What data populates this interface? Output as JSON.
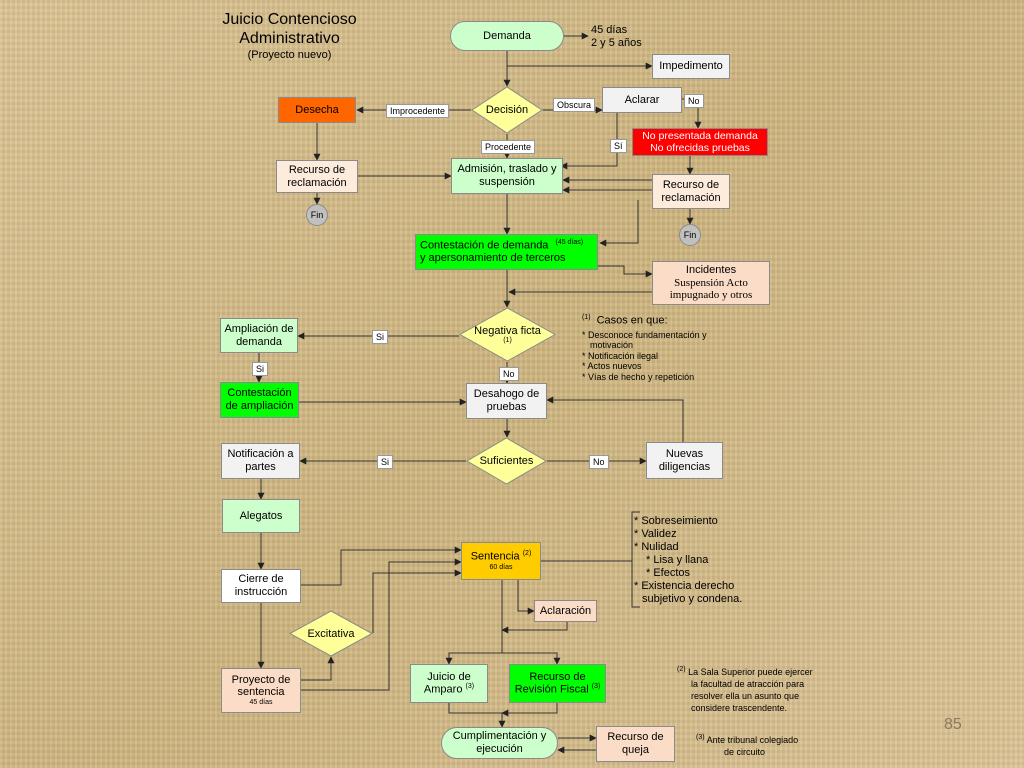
{
  "title": {
    "line1": "Juicio Contencioso",
    "line2": "Administrativo",
    "subtitle": "(Proyecto nuevo)"
  },
  "nodes": {
    "demanda": "Demanda",
    "plazos_l1": "45 días",
    "plazos_l2": "2 y 5 años",
    "impedimento": "Impedimento",
    "decision": "Decisión",
    "aclarar": "Aclarar",
    "desecha": "Desecha",
    "no_presentada_l1": "No presentada demanda",
    "no_presentada_l2": "No ofrecidas pruebas",
    "recurso_reclamacion_l1": "Recurso de",
    "recurso_reclamacion_l2": "reclamación",
    "admision_l1": "Admisión, traslado y",
    "admision_l2": "suspensión",
    "fin": "Fin",
    "contestacion_l1": "Contestación de demanda",
    "contestacion_sup": "(45 días)",
    "contestacion_l2": "y apersonamiento de  terceros",
    "incidentes_l1": "Incidentes",
    "incidentes_l2": "Suspensión Acto",
    "incidentes_l3": "impugnado y otros",
    "ampliacion_l1": "Ampliación de",
    "ampliacion_l2": "demanda",
    "negativa_l1": "Negativa ficta",
    "negativa_l2": "(1)",
    "contestacion_ampl_l1": "Contestación",
    "contestacion_ampl_l2": "de ampliación",
    "desahogo_l1": "Desahogo de",
    "desahogo_l2": "pruebas",
    "notificacion_l1": "Notificación a",
    "notificacion_l2": "partes",
    "suficientes": "Suficientes",
    "nuevas_l1": "Nuevas",
    "nuevas_l2": "diligencias",
    "alegatos": "Alegatos",
    "sentencia": "Sentencia",
    "sentencia_sup": "(2)",
    "sentencia_dias": "60 días",
    "cierre_l1": "Cierre de",
    "cierre_l2": "instrucción",
    "aclaracion": "Aclaración",
    "excitativa": "Excitativa",
    "proyecto_l1": "Proyecto de",
    "proyecto_l2": "sentencia",
    "proyecto_dias": "45 días",
    "amparo_l1": "Juicio de",
    "amparo_l2": "Amparo",
    "amparo_sup": "(3)",
    "revision_l1": "Recurso de",
    "revision_l2": "Revisión Fiscal",
    "revision_sup": "(3)",
    "cumplimentacion_l1": "Cumplimentación y",
    "cumplimentacion_l2": "ejecución",
    "queja_l1": "Recurso de",
    "queja_l2": "queja"
  },
  "labels": {
    "improcedente": "Improcedente",
    "obscura": "Obscura",
    "no": "No",
    "si_acento": "Sí",
    "si": "Si",
    "procedente": "Procedente"
  },
  "notes": {
    "casos_mark": "(1)",
    "casos_title": "Casos en que:",
    "casos": [
      "Desconoce fundamentación y",
      "motivación",
      "Notificación ilegal",
      "Actos nuevos",
      "Vías de hecho y repetición"
    ],
    "sentencia_results": [
      "Sobreseimiento",
      "Validez",
      "Nulidad",
      "Lisa y llana",
      "Efectos",
      "Existencia derecho",
      "subjetivo y condena."
    ],
    "nota2_mark": "(2)",
    "nota2": [
      "La Sala Superior puede ejercer",
      "la facultad de atracción  para",
      "resolver ella un asunto que",
      "considere trascendente."
    ],
    "nota3_mark": "(3)",
    "nota3_l1": "Ante tribunal colegiado",
    "nota3_l2": "de circuito"
  },
  "slide_number": "85",
  "colors": {
    "background": "#d8c08c",
    "green": "#00ff00",
    "light_green": "#ccffcc",
    "red": "#ff0000",
    "orange": "#ff6600",
    "gold": "#ffcc00",
    "diamond": "#ffff99"
  }
}
